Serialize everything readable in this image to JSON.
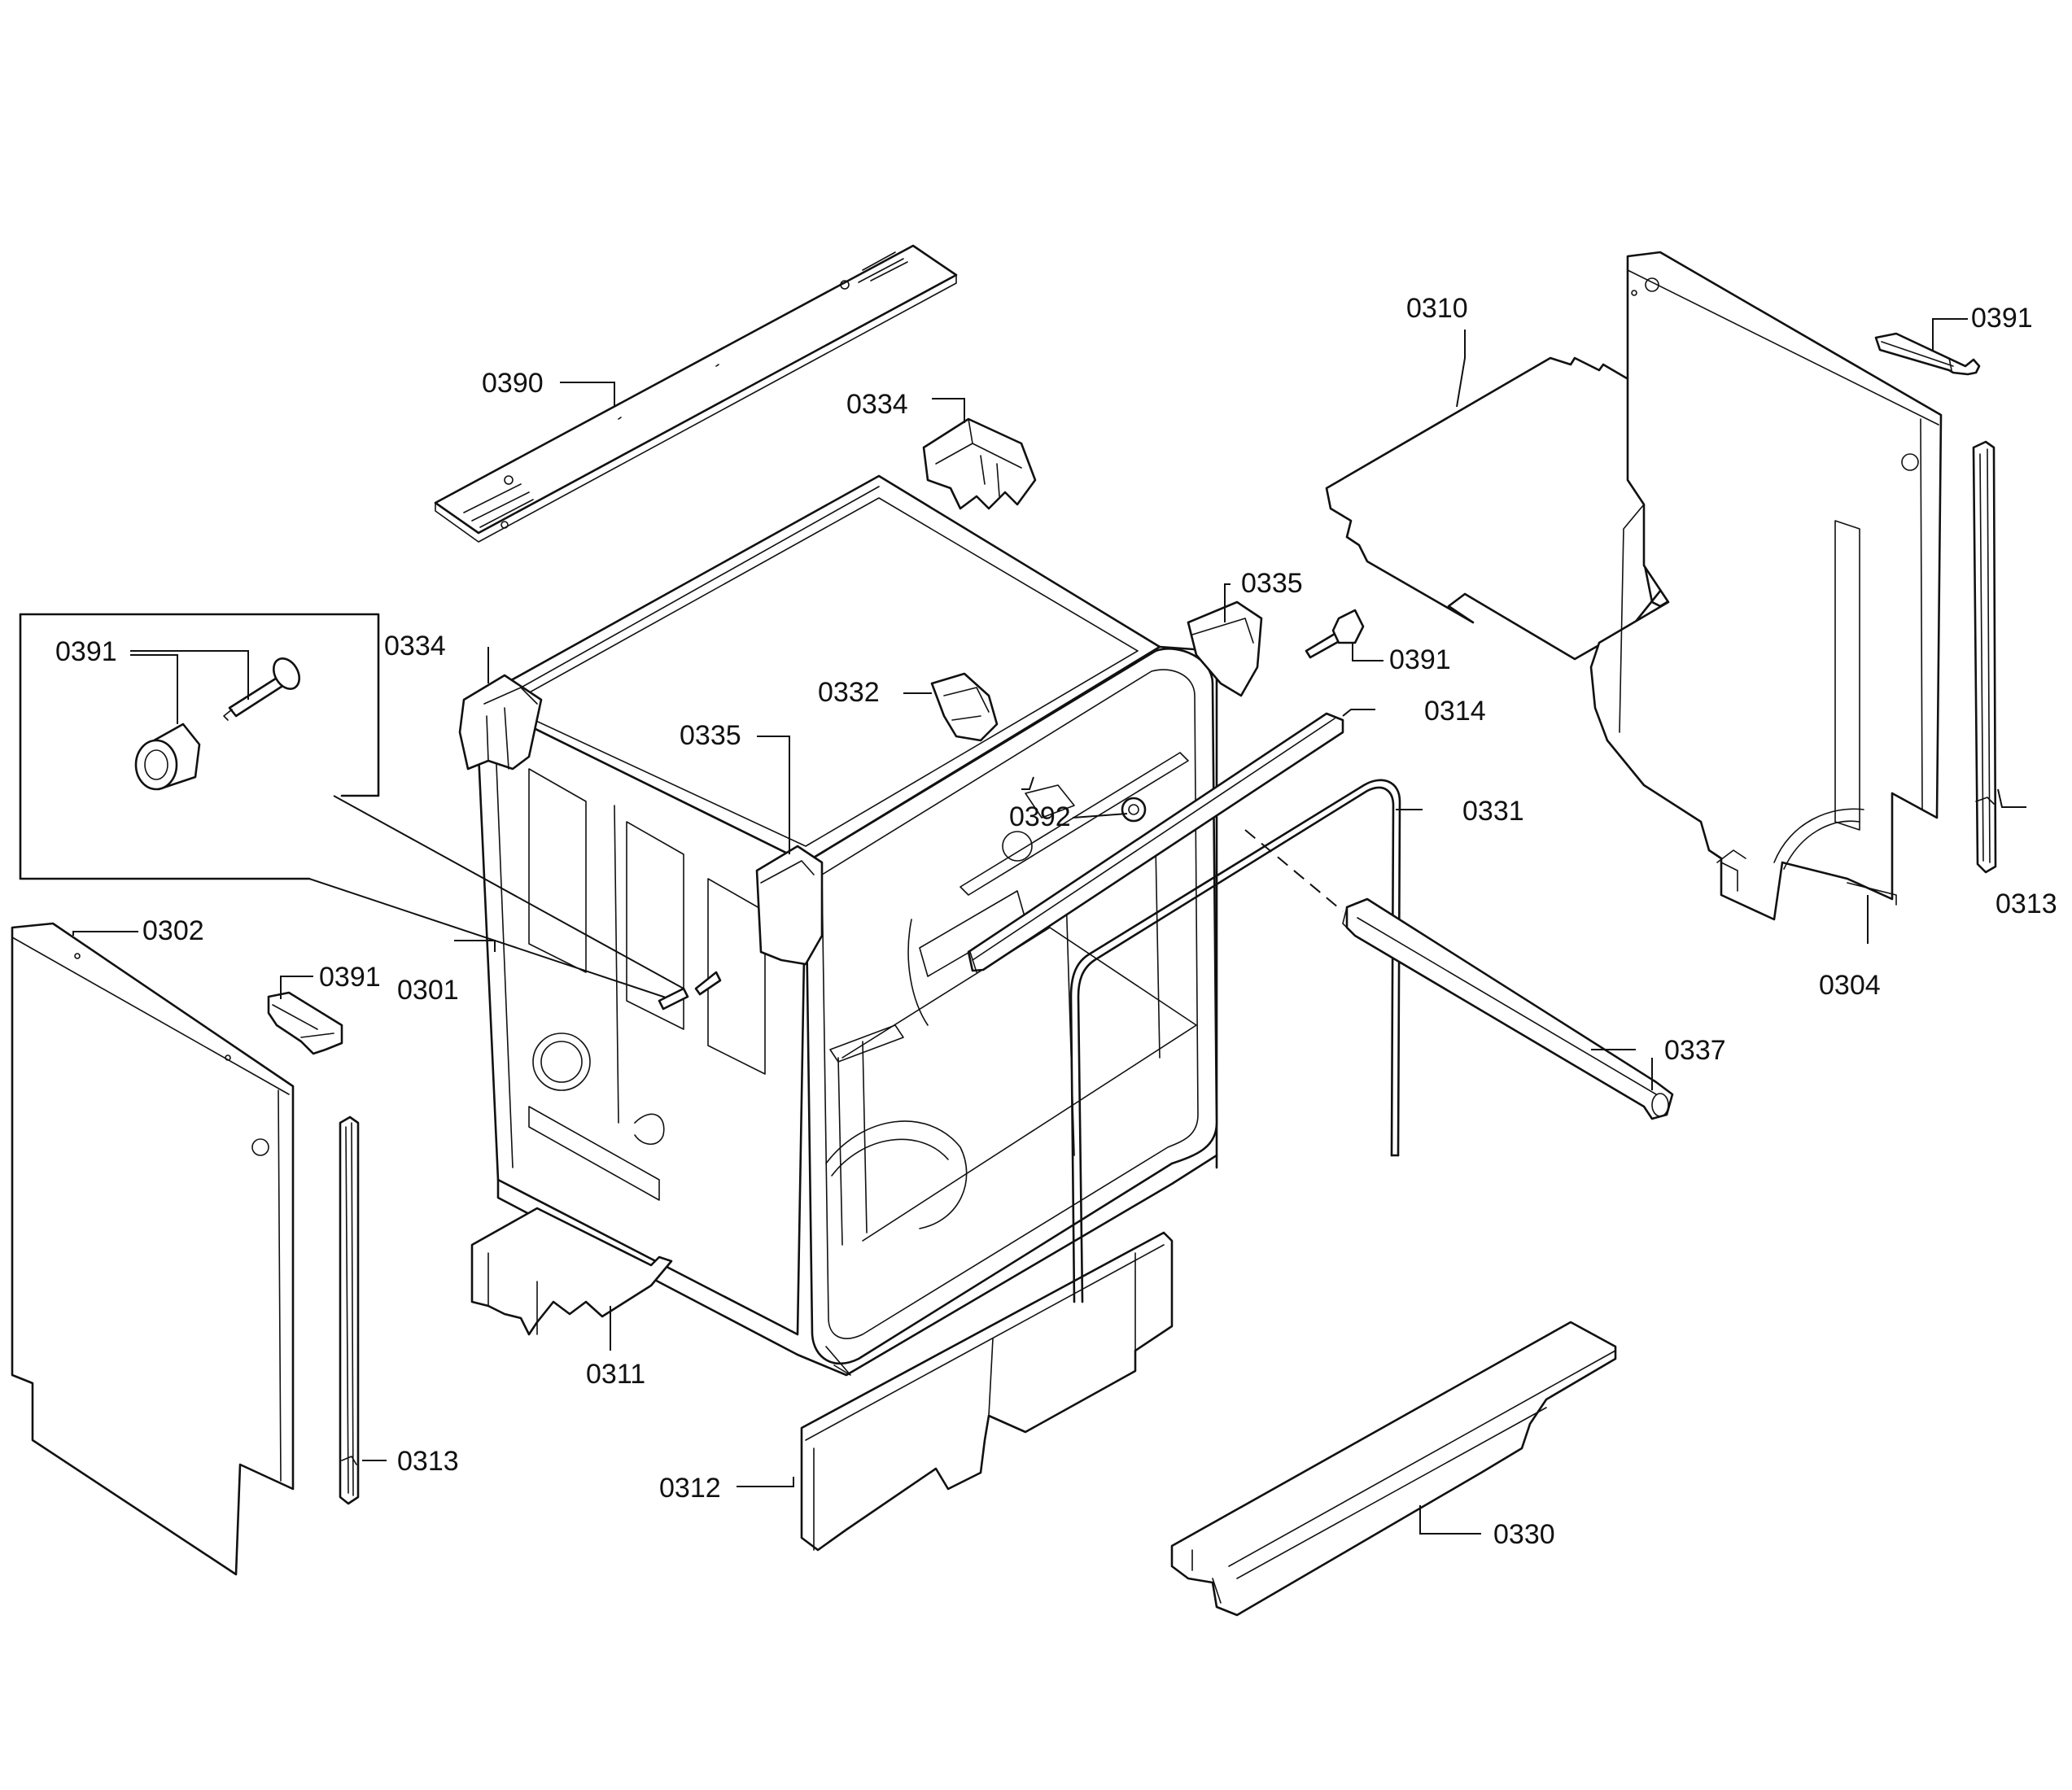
{
  "labels": {
    "p0390": "0390",
    "p0334a": "0334",
    "p0334b": "0334",
    "p0310": "0310",
    "p0391a": "0391",
    "p0391b": "0391",
    "p0391c": "0391",
    "p0391d": "0391",
    "p0335a": "0335",
    "p0335b": "0335",
    "p0332": "0332",
    "p0314": "0314",
    "p0331": "0331",
    "p0392": "0392",
    "p0313a": "0313",
    "p0313b": "0313",
    "p0304": "0304",
    "p0302": "0302",
    "p0301": "0301",
    "p0337": "0337",
    "p0311": "0311",
    "p0312": "0312",
    "p0330": "0330"
  }
}
